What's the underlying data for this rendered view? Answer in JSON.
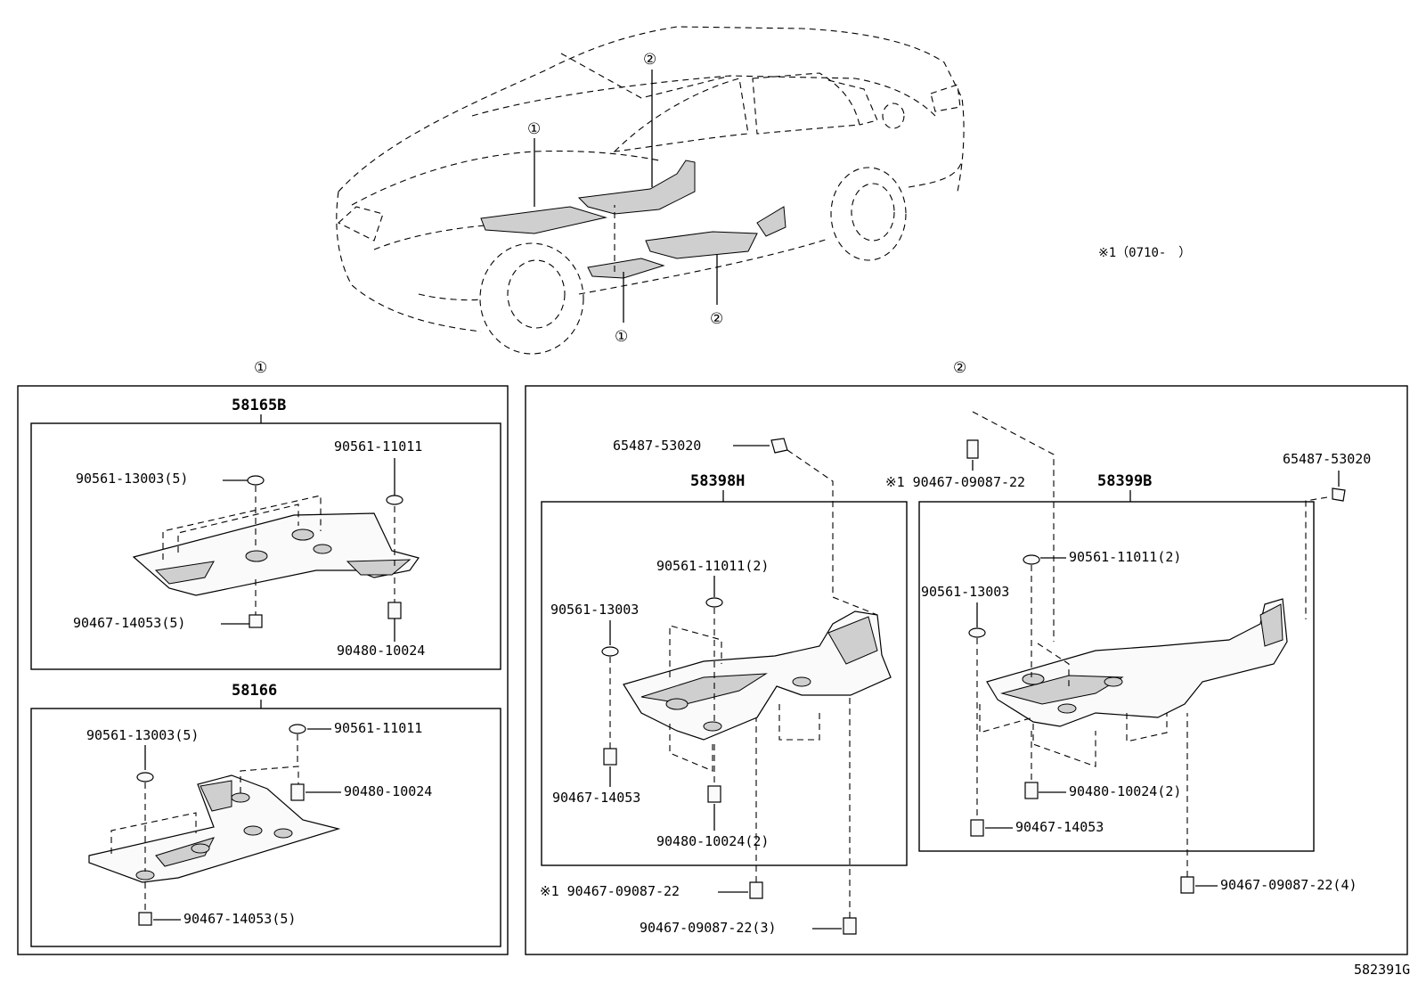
{
  "header": {
    "marker_1": "①",
    "marker_2": "②",
    "note": "※1（0710-　）"
  },
  "group1": {
    "label": "①",
    "a": {
      "title": "58165B",
      "parts": [
        "90561-13003(5)",
        "90561-11011",
        "90467-14053(5)",
        "90480-10024"
      ]
    },
    "b": {
      "title": "58166",
      "parts": [
        "90561-13003(5)",
        "90561-11011",
        "90480-10024",
        "90467-14053(5)"
      ]
    }
  },
  "group2": {
    "label": "②",
    "top_left_clip": "65487-53020",
    "top_mid_clip": "※1 90467-09087-22",
    "top_right_clip": "65487-53020",
    "a": {
      "title": "58398H",
      "parts": [
        "90561-11011(2)",
        "90561-13003",
        "90467-14053",
        "90480-10024(2)"
      ]
    },
    "b": {
      "title": "58399B",
      "parts": [
        "90561-11011(2)",
        "90561-13003",
        "90480-10024(2)",
        "90467-14053"
      ]
    },
    "bottom_clip_1": "※1 90467-09087-22",
    "bottom_clip_2": "90467-09087-22(3)",
    "bottom_clip_3": "90467-09087-22(4)"
  },
  "footer": {
    "diagram_code": "582391G"
  }
}
